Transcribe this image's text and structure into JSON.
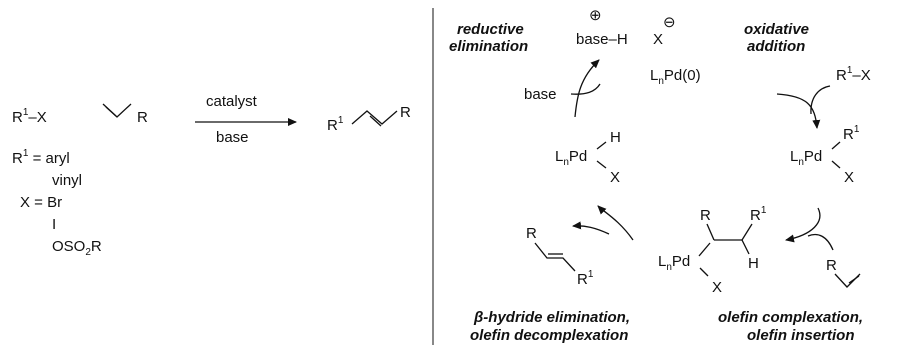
{
  "scheme": {
    "substrate_r1x": "R",
    "substrate_r1x_sup": "1",
    "substrate_r1x_tail": "–X",
    "olefin_r": "R",
    "condition_top": "catalyst",
    "condition_bottom": "base",
    "product_r1": "R",
    "product_r1_sup": "1",
    "product_r": "R",
    "def_r1_lhs": "R",
    "def_r1_sup": "1",
    "def_r1_eq": " = aryl",
    "def_r1_alt": "vinyl",
    "def_x_lhs": "X = Br",
    "def_x_alt1": "I",
    "def_x_alt2_a": "OSO",
    "def_x_alt2_sub": "2",
    "def_x_alt2_b": "R"
  },
  "cycle": {
    "label_reductive_1": "reductive",
    "label_reductive_2": "elimination",
    "label_oxidative_1": "oxidative",
    "label_oxidative_2": "addition",
    "label_beta_1": "β-hydride elimination,",
    "label_beta_2": "olefin decomplexation",
    "label_olefin_1": "olefin complexation,",
    "label_olefin_2": "olefin insertion",
    "plus_symbol": "⊕",
    "minus_symbol": "⊖",
    "base_h": "base–H",
    "x_anion": "X",
    "base_in": "base",
    "pd0_L": "L",
    "pd0_n": "n",
    "pd0_rest": "Pd(0)",
    "r1x_in_R": "R",
    "r1x_in_sup": "1",
    "r1x_in_tail": "–X",
    "pd_L": "L",
    "pd_n": "n",
    "pd_Pd": "Pd",
    "H": "H",
    "X": "X",
    "R": "R",
    "R1_R": "R",
    "R1_sup": "1"
  }
}
